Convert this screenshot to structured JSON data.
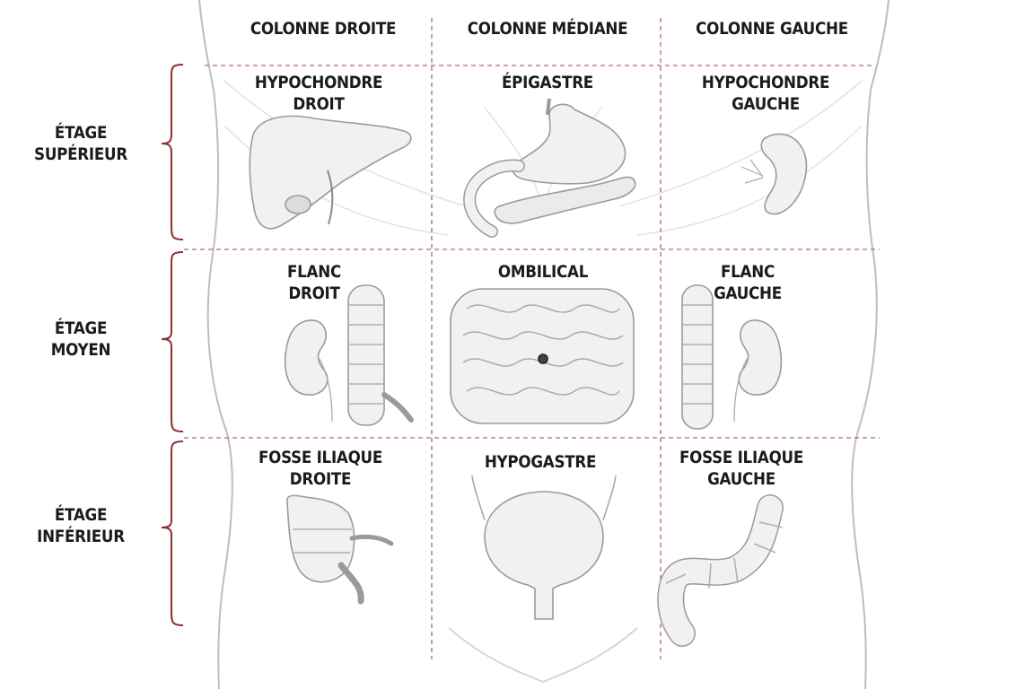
{
  "columns": [
    {
      "label": "COLONNE DROITE"
    },
    {
      "label": "COLONNE MÉDIANE"
    },
    {
      "label": "COLONNE GAUCHE"
    }
  ],
  "rows": [
    {
      "label_line1": "ÉTAGE",
      "label_line2": "SUPÉRIEUR"
    },
    {
      "label_line1": "ÉTAGE",
      "label_line2": "MOYEN"
    },
    {
      "label_line1": "ÉTAGE",
      "label_line2": "INFÉRIEUR"
    }
  ],
  "regions": [
    {
      "line1": "HYPOCHONDRE",
      "line2": "DROIT"
    },
    {
      "line1": "ÉPIGASTRE",
      "line2": ""
    },
    {
      "line1": "HYPOCHONDRE",
      "line2": "GAUCHE"
    },
    {
      "line1": "FLANC",
      "line2": "DROIT"
    },
    {
      "line1": "OMBILICAL",
      "line2": ""
    },
    {
      "line1": "FLANC",
      "line2": "GAUCHE"
    },
    {
      "line1": "FOSSE ILIAQUE",
      "line2": "DROITE"
    },
    {
      "line1": "HYPOGASTRE",
      "line2": ""
    },
    {
      "line1": "FOSSE ILIAQUE",
      "line2": "GAUCHE"
    }
  ],
  "colors": {
    "grid_line": "#b06a6a",
    "bracket": "#8e2e2e",
    "outline": "#9a9a9a",
    "organ_fill": "#f1f1f1",
    "text": "#1b1b1b"
  }
}
